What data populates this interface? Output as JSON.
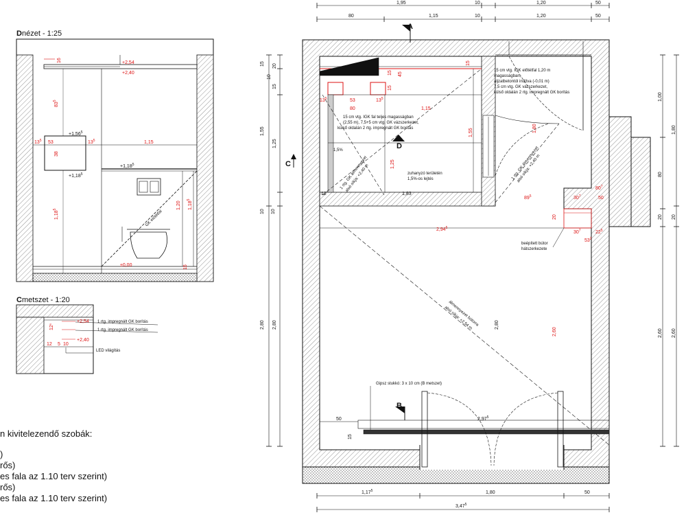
{
  "views": {
    "d_view_title_letter": "D",
    "d_view_title_rest": " nézet - 1:25",
    "c_section_title_letter": "C",
    "c_section_title_rest": " metszet - 1:20"
  },
  "d_view": {
    "elev_254": "+2,54",
    "elev_240": "+2,40",
    "elev_156": "+1,56",
    "elev_156_sup": "5",
    "elev_118_top": "+1,18",
    "elev_118_top_sup": "5",
    "elev_118_bot": "+1,18",
    "elev_118_bot_sup": "5",
    "elev_000": "±0,00",
    "dim_83": "83",
    "dim_83_sup": "5",
    "dim_38": "38",
    "dim_13_left": "13",
    "dim_13_left_sup": "5",
    "dim_53": "53",
    "dim_13_right": "13",
    "dim_13_right_sup": "5",
    "dim_115": "1,15",
    "dim_118_left": "1,18",
    "dim_118_left_sup": "5",
    "dim_120": "1,20",
    "dim_118_right": "1,18",
    "dim_118_right_sup": "5",
    "dim_15": "15",
    "dim_16": "16",
    "gk_label": "GK előtétfal"
  },
  "c_section": {
    "elev_254": "+2,54",
    "elev_240": "+2,40",
    "dim_12_top": "12",
    "dim_12_top_sup": "5",
    "dim_12_bot": "12",
    "dim_5": "5",
    "dim_10": "10",
    "note_1": "1 rtg. impregnált GK borítás",
    "note_2": "1 rtg. impregnált GK borítás",
    "note_led": "LED világítás"
  },
  "legend": {
    "heading": "n kivitelezendő szobák:",
    "line1": ")",
    "line2": "rős)",
    "line3": "es fala az 1.10 terv szerint)",
    "line4": "rős)",
    "line5": "es fala az 1.10 terv szerint)"
  },
  "plan": {
    "top_dim_195": "1,95",
    "top_dim_10a": "10",
    "top_dim_120a": "1,20",
    "top_dim_50a": "50",
    "top_dim_80": "80",
    "top_dim_115": "1,15",
    "top_dim_10b": "10",
    "top_dim_120b": "1,20",
    "top_dim_50b": "50",
    "section_a": "A",
    "section_b": "B",
    "section_c": "C",
    "section_d": "D",
    "left_15": "15",
    "left_20": "20",
    "left_10a": "10",
    "left_15b": "15",
    "left_155": "1,55",
    "left_125": "1,25",
    "left_10b": "10",
    "left_10c": "10",
    "left_280a": "2,80",
    "left_280b": "2,80",
    "right_100": "1,00",
    "right_180": "1,80",
    "right_80": "80",
    "right_20a": "20",
    "right_20b": "20",
    "right_260a": "2,60",
    "right_260b": "2,60",
    "red_15a": "15",
    "red_15b": "15",
    "red_45": "45",
    "red_15c": "15",
    "red_13a": "13",
    "red_13a_sup": "5",
    "red_53": "53",
    "red_13b": "13",
    "red_13b_sup": "5",
    "red_80": "80",
    "red_115": "1,15",
    "red_155": "1,55",
    "red_125": "1,25",
    "red_12": "12",
    "red_183": "1,83",
    "red_180": "1,80",
    "red_89": "89",
    "red_89_sup": "5",
    "red_80b": "80",
    "red_80b_sup": "7",
    "red_30a": "30",
    "red_30a_sup": "7",
    "red_50": "50",
    "red_20": "20",
    "red_30b": "30",
    "red_30b_sup": "7",
    "red_22": "22",
    "red_22_sup": "5",
    "red_53b": "53",
    "red_53b_sup": "2",
    "red_294": "2,94",
    "red_294_sup": "5",
    "red_280": "2,80",
    "red_260": "2,60",
    "red_297": "2,97",
    "red_297_sup": "5",
    "slope": "1,5%",
    "note_shower_1": "15 cm vtg. IGK fal teljes magasságban",
    "note_shower_2": "(2,55 m), 7,5+5 cm vtg. GK vázszerkezet,",
    "note_shower_3": "külső oldalán 2 rtg. impregnált GK borítás",
    "note_ne_1": "15 cm vtg. IGK előtétfal 1,20 m",
    "note_ne_2": "magasságban,",
    "note_ne_3": "aljzatbetontól indítva (-0,01 m)",
    "note_ne_4": "7,5 cm vtg. GK vázszerkezet,",
    "note_ne_5": "külső oldalán 2 rtg. impregnált GK borítás",
    "shower_area_1": "zuhanyzó területén",
    "shower_area_2": "1,5%-os lejtés",
    "ceiling_1_a": "1 rtg. GK álmennyezet",
    "ceiling_1_b": "alsó síkja: +2,40 m",
    "ceiling_2_a": "1 rtg. GK álmennyezet",
    "ceiling_2_b": "alsó síkja: +2,40 m",
    "ceiling_3_a": "álmennyezet bútorra",
    "ceiling_3_b": "alsó síkja: +2,54 m",
    "furniture_1": "beépített bútor",
    "furniture_2": "hátszerkezete",
    "gypsum": "Gipsz stukkó: 3 x 10 cm (B metszet)",
    "bottom_50": "50",
    "bottom_15": "15",
    "bdim_117": "1,17",
    "bdim_117_sup": "5",
    "bdim_180": "1,80",
    "bdim_50": "50",
    "bdim_347": "3,47",
    "bdim_347_sup": "5"
  },
  "colors": {
    "red": "#d11111",
    "line": "#111111",
    "hatch": "#888888"
  }
}
